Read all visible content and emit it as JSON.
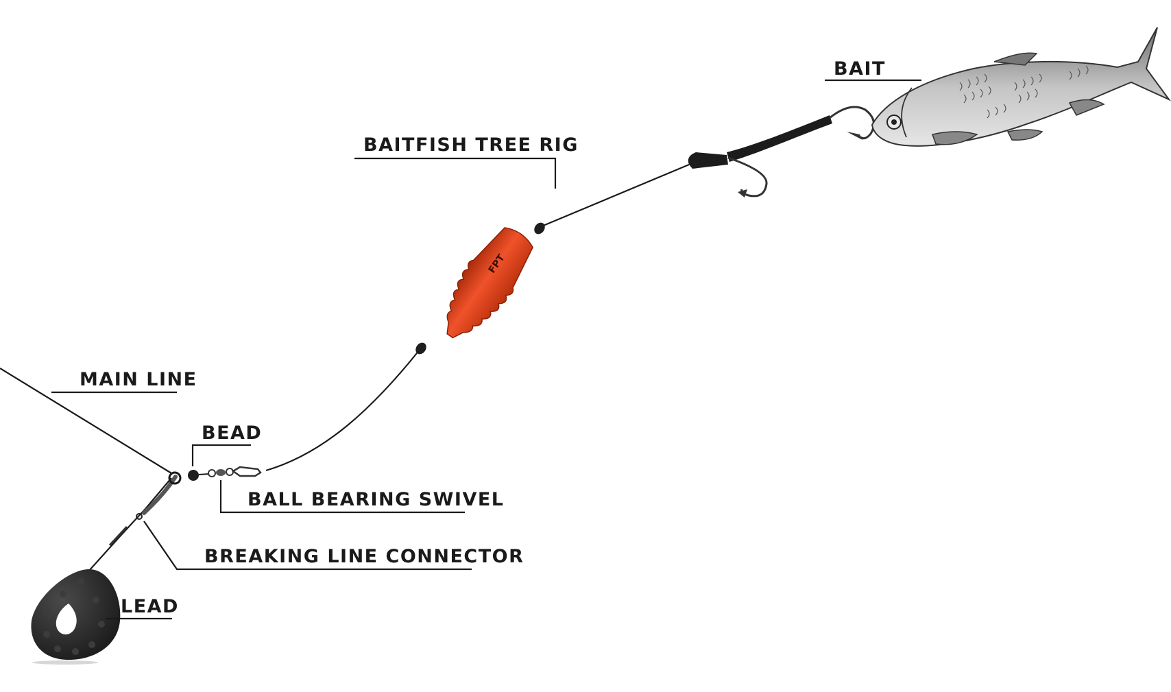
{
  "labels": {
    "bait": "BAIT",
    "baitfish_tree_rig": "BAITFISH TREE RIG",
    "main_line": "MAIN LINE",
    "bead": "BEAD",
    "ball_bearing_swivel": "BALL BEARING SWIVEL",
    "breaking_line_connector": "BREAKING LINE CONNECTOR",
    "lead": "LEAD"
  },
  "colors": {
    "ink": "#1a1a1a",
    "float_orange": "#e8431c",
    "float_dark": "#9c2408",
    "fish_grey": "#9a9a9a",
    "lead_black": "#262626"
  },
  "icons": {
    "fish": "baitfish-illustration",
    "float": "tree-rig-float",
    "hook": "treble-hook",
    "lead": "pear-lead-weight"
  }
}
